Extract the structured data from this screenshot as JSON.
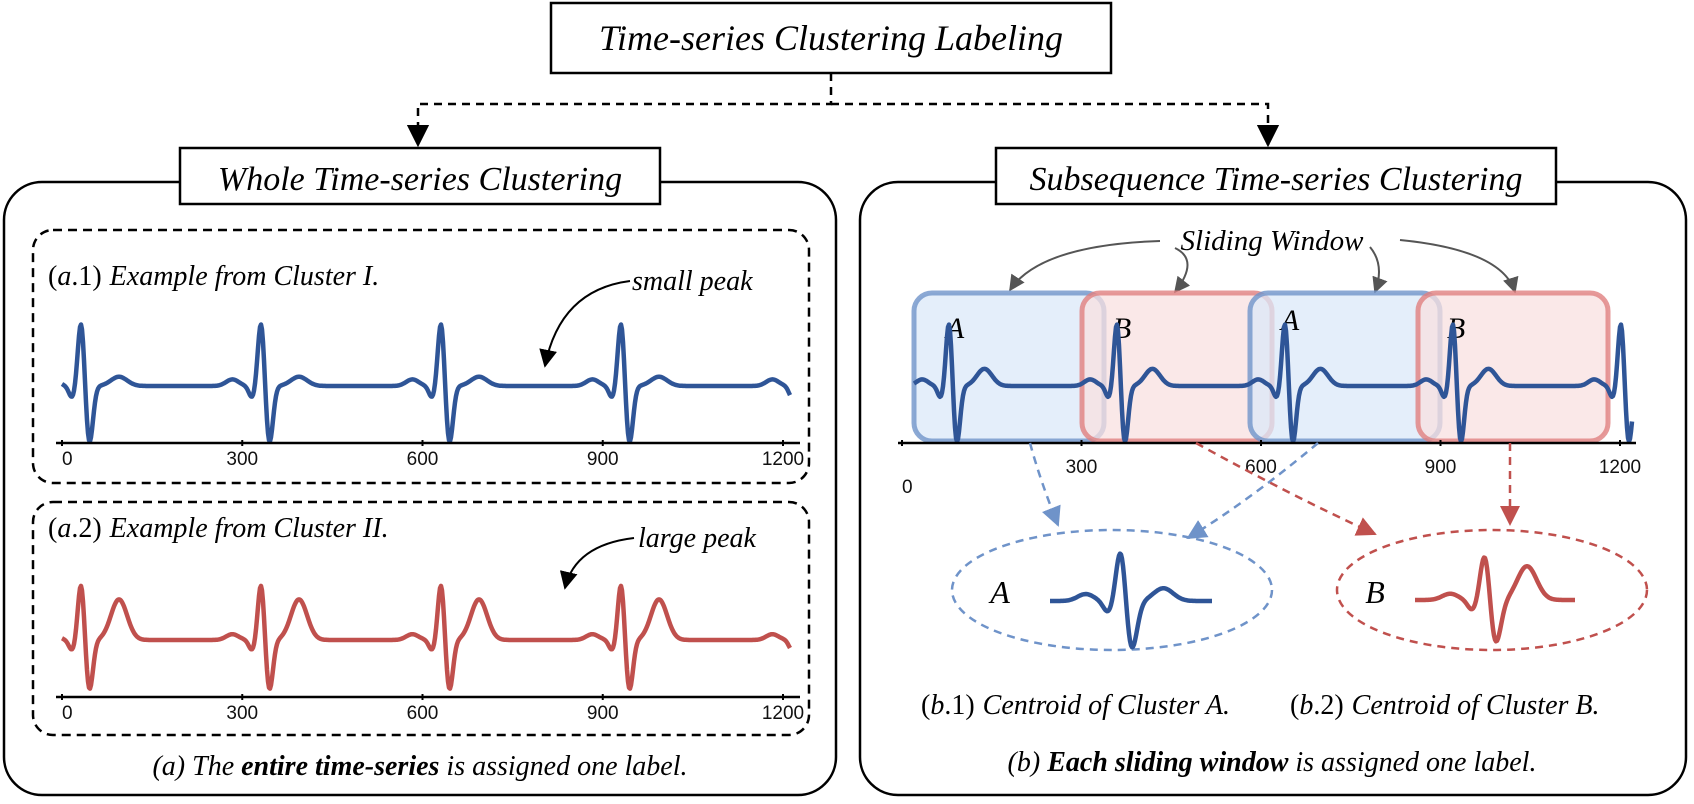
{
  "top_title": "Time-series Clustering Labeling",
  "left_panel": {
    "header": "Whole Time-series Clustering",
    "example1": {
      "prefix": "(",
      "letter": "a",
      "suffix": ".1)",
      "label": "Example from Cluster I."
    },
    "example2": {
      "prefix": "(",
      "letter": "a",
      "suffix": ".2)",
      "label": "Example from Cluster II."
    },
    "annotation1": "small peak",
    "annotation2": "large peak",
    "ticks": [
      "0",
      "300",
      "600",
      "900",
      "1200"
    ],
    "caption": {
      "pre": "(a) The ",
      "bold": "entire time-series",
      "post": " is assigned one label."
    }
  },
  "right_panel": {
    "header": "Subsequence Time-series Clustering",
    "sliding_window": "Sliding Window",
    "window_labels": [
      "A",
      "B",
      "A",
      "B"
    ],
    "ticks": [
      "0",
      "300",
      "600",
      "900",
      "1200"
    ],
    "centroid_a_label": "A",
    "centroid_b_label": "B",
    "centroid_a_caption": {
      "prefix": "(",
      "letter": "b",
      "suffix": ".1)",
      "label": "Centroid of Cluster A."
    },
    "centroid_b_caption": {
      "prefix": "(",
      "letter": "b",
      "suffix": ".2)",
      "label": "Centroid of Cluster B."
    },
    "caption": {
      "pre": "(b) ",
      "bold": "Each sliding window",
      "post": " is assigned one label."
    }
  },
  "colors": {
    "blue_series": "#2f5597",
    "red_series": "#c0504d",
    "blue_window_fill": "#dbe8f8",
    "blue_window_stroke": "#6f93c9",
    "red_window_fill": "#f8e0e0",
    "red_window_stroke": "#e08080",
    "blue_dashed": "#6f93c9",
    "red_dashed": "#c0504d"
  }
}
